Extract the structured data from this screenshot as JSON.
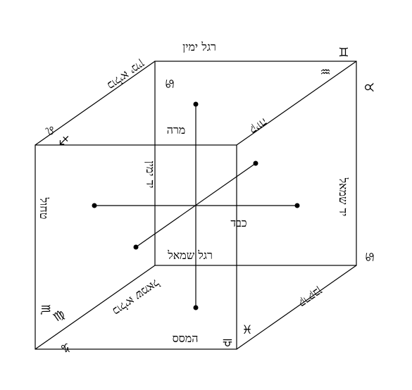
{
  "labels": {
    "top_back": "רגל ימין",
    "kolya_right": "כוליא ימין",
    "kaved": "קיוה",
    "mara": "מרה",
    "yad_yamin": "יד ימין",
    "yad_smol": "יד שמאל",
    "tchol": "טחול",
    "kaved_center": "כבד",
    "regel_smol": "רגל שמאל",
    "kolya_smol": "כוליא שמאל",
    "korkvan": "קרקבן",
    "hamses": "המסס"
  },
  "symbols": {
    "gemini": "♊",
    "aquarius": "♒",
    "taurus": "♉",
    "cancer": "♋",
    "leo": "♌",
    "sagittarius": "♐",
    "scorpio": "♏",
    "virgo": "♍",
    "capricorn": "♑",
    "libra_like": "♎",
    "pisces": "♓",
    "cancer_right": "♋"
  }
}
